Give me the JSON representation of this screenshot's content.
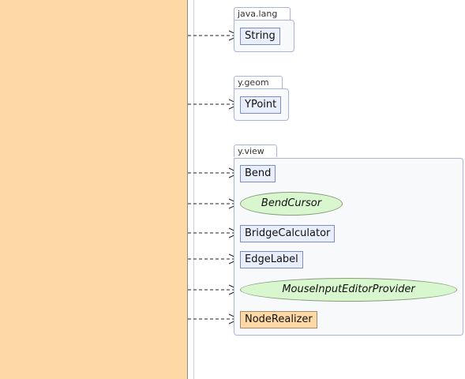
{
  "packages": [
    {
      "name": "java.lang",
      "members": [
        {
          "kind": "class",
          "name": "String"
        }
      ]
    },
    {
      "name": "y.geom",
      "members": [
        {
          "kind": "class",
          "name": "YPoint"
        }
      ]
    },
    {
      "name": "y.view",
      "members": [
        {
          "kind": "class",
          "name": "Bend"
        },
        {
          "kind": "interface",
          "name": "BendCursor"
        },
        {
          "kind": "class",
          "name": "BridgeCalculator"
        },
        {
          "kind": "class",
          "name": "EdgeLabel"
        },
        {
          "kind": "interface",
          "name": "MouseInputEditorProvider"
        },
        {
          "kind": "class",
          "name": "NodeRealizer"
        }
      ]
    }
  ],
  "colors": {
    "focus_fill": "#fed9a6",
    "class_fill": "#e9eefb",
    "interface_fill": "#d9f7cf",
    "package_border": "#aab4d8"
  },
  "edge_style": "dashed dependency arrow with open arrowhead"
}
